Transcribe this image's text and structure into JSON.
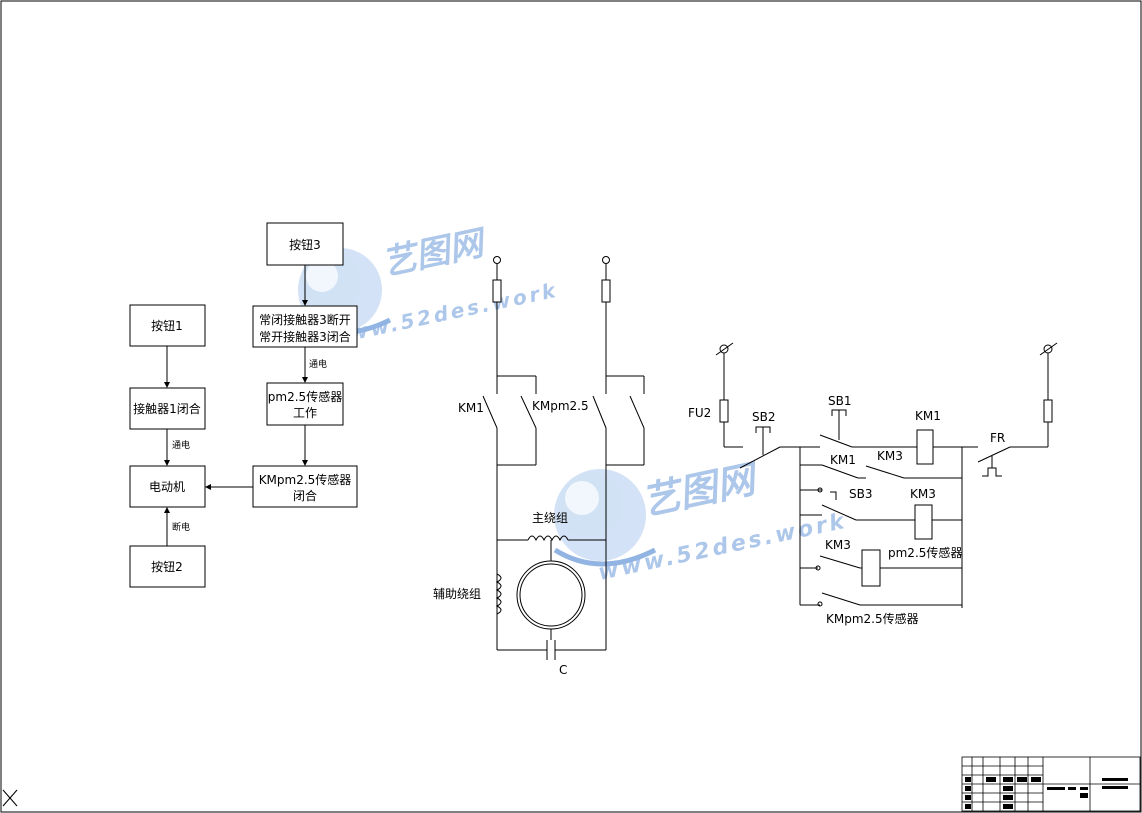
{
  "flowchart": {
    "btn1": "按钮1",
    "btn2": "按钮2",
    "btn3": "按钮3",
    "contactor1": "接触器1闭合",
    "motor": "电动机",
    "contactor3_line1": "常闭接触器3断开",
    "contactor3_line2": "常开接触器3闭合",
    "sensor_line1": "pm2.5传感器",
    "sensor_line2": "工作",
    "kmpm_line1": "KMpm2.5传感器",
    "kmpm_line2": "闭合",
    "energize_1": "通电",
    "energize_2": "通电",
    "deenergize": "断电"
  },
  "main_circuit": {
    "km1": "KM1",
    "kmpm": "KMpm2.5",
    "main_winding": "主绕组",
    "aux_winding": "辅助绕组",
    "capacitor": "C"
  },
  "control_circuit": {
    "fu2": "FU2",
    "sb2": "SB2",
    "sb1": "SB1",
    "km1_coil": "KM1",
    "fr": "FR",
    "km1_contact": "KM1",
    "km3_contact_a": "KM3",
    "sb3": "SB3",
    "km3_coil": "KM3",
    "km3_contact_b": "KM3",
    "pm_sensor": "pm2.5传感器",
    "kmpm_sensor": "KMpm2.5传感器"
  },
  "watermark": {
    "brand": "艺图网",
    "site": "www.52des.work"
  },
  "colors": {
    "line": "#000000",
    "watermark": "#7fa8df",
    "background": "#ffffff"
  }
}
